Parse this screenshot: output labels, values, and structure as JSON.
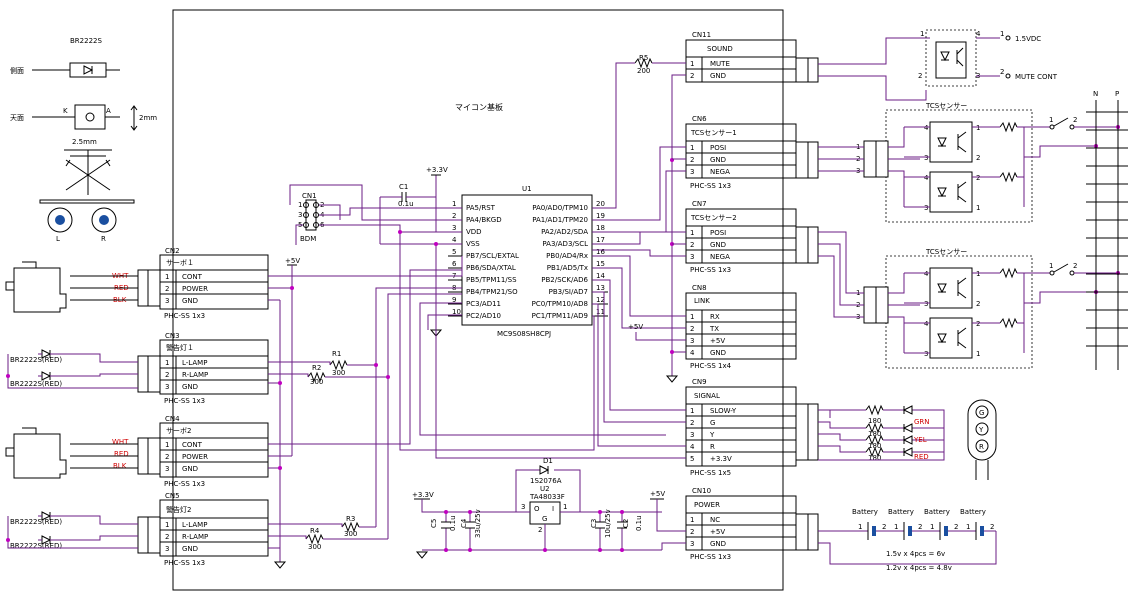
{
  "board_title": "マイコン基板",
  "mcu": {
    "ref": "U1",
    "part": "MC9S08SH8CPJ",
    "left_pins": [
      {
        "num": "1",
        "name": "PA5/RST"
      },
      {
        "num": "2",
        "name": "PA4/BKGD"
      },
      {
        "num": "3",
        "name": "VDD"
      },
      {
        "num": "4",
        "name": "VSS"
      },
      {
        "num": "5",
        "name": "PB7/SCL/EXTAL"
      },
      {
        "num": "6",
        "name": "PB6/SDA/XTAL"
      },
      {
        "num": "7",
        "name": "PB5/TPM11/SS"
      },
      {
        "num": "8",
        "name": "PB4/TPM21/SO"
      },
      {
        "num": "9",
        "name": "PC3/AD11"
      },
      {
        "num": "10",
        "name": "PC2/AD10"
      }
    ],
    "right_pins": [
      {
        "num": "20",
        "name": "PA0/AD0/TPM10"
      },
      {
        "num": "19",
        "name": "PA1/AD1/TPM20"
      },
      {
        "num": "18",
        "name": "PA2/AD2/SDA"
      },
      {
        "num": "17",
        "name": "PA3/AD3/SCL"
      },
      {
        "num": "16",
        "name": "PB0/AD4/Rx"
      },
      {
        "num": "15",
        "name": "PB1/AD5/Tx"
      },
      {
        "num": "14",
        "name": "PB2/SCK/AD6"
      },
      {
        "num": "13",
        "name": "PB3/SI/AD7"
      },
      {
        "num": "12",
        "name": "PC0/TPM10/AD8"
      },
      {
        "num": "11",
        "name": "PC1/TPM11/AD9"
      }
    ]
  },
  "led_figure": {
    "part": "BR2222S",
    "side_label": "側面",
    "top_label": "天面",
    "k": "K",
    "a": "A",
    "pitch": "2.5mm",
    "height": "2mm",
    "left": "L",
    "right": "R"
  },
  "cn1": {
    "ref": "CN1",
    "label": "BDM",
    "pins": [
      "1",
      "2",
      "3",
      "4",
      "5",
      "6"
    ]
  },
  "c1": {
    "ref": "C1",
    "value": "0.1u"
  },
  "v33": "+3.3V",
  "v5": "+5V",
  "wire_colors": {
    "wht": "WHT",
    "red": "RED",
    "blk": "BLK"
  },
  "cn2": {
    "ref": "CN2",
    "title": "サーボ１",
    "pins": [
      {
        "n": "1",
        "name": "CONT"
      },
      {
        "n": "2",
        "name": "POWER"
      },
      {
        "n": "3",
        "name": "GND"
      }
    ],
    "type": "PHC-SS 1x3"
  },
  "cn3": {
    "ref": "CN3",
    "title": "警告灯１",
    "pins": [
      {
        "n": "1",
        "name": "L-LAMP"
      },
      {
        "n": "2",
        "name": "R-LAMP"
      },
      {
        "n": "3",
        "name": "GND"
      }
    ],
    "type": "PHC-SS 1x3",
    "led1": "BR2222S(RED)",
    "led2": "BR2222S(RED)",
    "r1": "R1",
    "r1v": "300",
    "r2": "R2",
    "r2v": "300"
  },
  "cn4": {
    "ref": "CN4",
    "title": "サーボ2",
    "pins": [
      {
        "n": "1",
        "name": "CONT"
      },
      {
        "n": "2",
        "name": "POWER"
      },
      {
        "n": "3",
        "name": "GND"
      }
    ],
    "type": "PHC-SS 1x3"
  },
  "cn5": {
    "ref": "CN5",
    "title": "警告灯2",
    "pins": [
      {
        "n": "1",
        "name": "L-LAMP"
      },
      {
        "n": "2",
        "name": "R-LAMP"
      },
      {
        "n": "3",
        "name": "GND"
      }
    ],
    "type": "PHC-SS 1x3",
    "led1": "BR2222S(RED)",
    "led2": "BR2222S(RED)",
    "r3": "R3",
    "r3v": "300",
    "r4": "R4",
    "r4v": "300"
  },
  "cn11": {
    "ref": "CN11",
    "title": "SOUND",
    "pins": [
      {
        "n": "1",
        "name": "MUTE"
      },
      {
        "n": "2",
        "name": "GND"
      }
    ],
    "r5": "R5",
    "r5v": "200",
    "out1": "1.5VDC",
    "out2": "MUTE CONT",
    "photo_pins": [
      "1",
      "2",
      "4",
      "3"
    ]
  },
  "cn6": {
    "ref": "CN6",
    "title": "TCSセンサー1",
    "pins": [
      {
        "n": "1",
        "name": "POSI"
      },
      {
        "n": "2",
        "name": "GND"
      },
      {
        "n": "3",
        "name": "NEGA"
      }
    ],
    "type": "PHC-SS 1x3"
  },
  "cn7": {
    "ref": "CN7",
    "title": "TCSセンサー2",
    "pins": [
      {
        "n": "1",
        "name": "POSI"
      },
      {
        "n": "2",
        "name": "GND"
      },
      {
        "n": "3",
        "name": "NEGA"
      }
    ],
    "type": "PHC-SS 1x3"
  },
  "cn8": {
    "ref": "CN8",
    "title": "LINK",
    "pins": [
      {
        "n": "1",
        "name": "RX"
      },
      {
        "n": "2",
        "name": "TX"
      },
      {
        "n": "3",
        "name": "+5V"
      },
      {
        "n": "4",
        "name": "GND"
      }
    ],
    "type": "PHC-SS 1x4"
  },
  "cn9": {
    "ref": "CN9",
    "title": "SIGNAL",
    "pins": [
      {
        "n": "1",
        "name": "SLOW-Y"
      },
      {
        "n": "2",
        "name": "G"
      },
      {
        "n": "3",
        "name": "Y"
      },
      {
        "n": "4",
        "name": "R"
      },
      {
        "n": "5",
        "name": "+3.3V"
      }
    ],
    "type": "PHC-SS 1x5",
    "leds": [
      "GRN",
      "YEL",
      "RED"
    ],
    "res": "180",
    "signal_letters": [
      "G",
      "Y",
      "R"
    ]
  },
  "cn10": {
    "ref": "CN10",
    "title": "POWER",
    "pins": [
      {
        "n": "1",
        "name": "NC"
      },
      {
        "n": "2",
        "name": "+5V"
      },
      {
        "n": "3",
        "name": "GND"
      }
    ],
    "type": "PHC-SS 1x3"
  },
  "tcs_label": "TCSセンサー",
  "rail": {
    "n": "N",
    "p": "P"
  },
  "regulator": {
    "d1": "D1",
    "d1_part": "1S2076A",
    "u2": "U2",
    "u2_part": "TA48033F",
    "pin_i": "I",
    "pin_o": "O",
    "pin_g": "G",
    "pin1": "1",
    "pin2": "2",
    "pin3": "3",
    "c5": "C5",
    "c5v": "0.1u",
    "c4": "C4",
    "c4v": "33u/25v",
    "c3": "C3",
    "c3v": "10u/25v",
    "c2": "C2",
    "c2v": "0.1u"
  },
  "battery": {
    "label": "Battery",
    "pin1": "1",
    "pin2": "2",
    "note1": "1.5v x 4pcs = 6v",
    "note2": "1.2v x 4pcs = 4.8v"
  }
}
